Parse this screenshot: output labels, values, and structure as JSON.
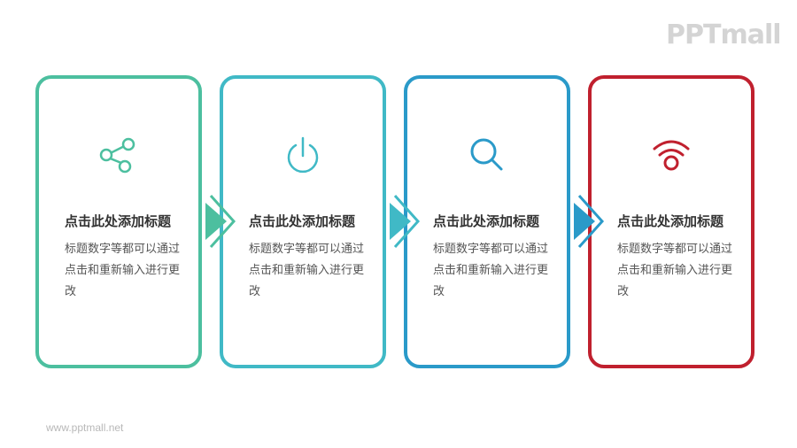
{
  "logo": "PPTmall",
  "footer": "www.pptmall.net",
  "colors": [
    "#4cbf9f",
    "#40b9c6",
    "#2a9ac9",
    "#c0202e"
  ],
  "cards": [
    {
      "icon": "share-icon",
      "color": "#4cbf9f",
      "title": "点击此处添加标题",
      "desc": "标题数字等都可以通过点击和重新输入进行更改"
    },
    {
      "icon": "power-icon",
      "color": "#40b9c6",
      "title": "点击此处添加标题",
      "desc": "标题数字等都可以通过点击和重新输入进行更改"
    },
    {
      "icon": "search-icon",
      "color": "#2a9ac9",
      "title": "点击此处添加标题",
      "desc": "标题数字等都可以通过点击和重新输入进行更改"
    },
    {
      "icon": "wifi-icon",
      "color": "#c0202e",
      "title": "点击此处添加标题",
      "desc": "标题数字等都可以通过点击和重新输入进行更改"
    }
  ]
}
